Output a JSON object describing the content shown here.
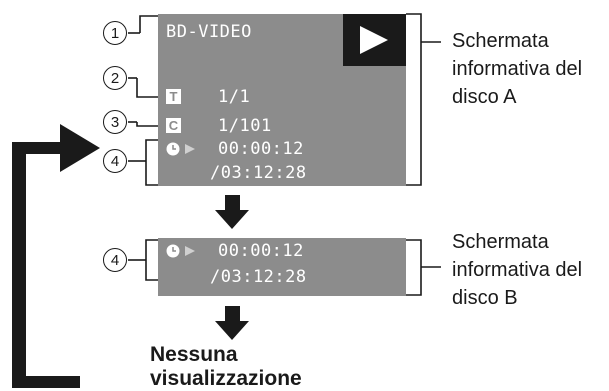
{
  "screen_a": {
    "format_label": "BD-VIDEO",
    "title_value": "1/1",
    "chapter_value": "1/101",
    "elapsed_time": "00:00:12",
    "total_time": "/03:12:28",
    "title_icon": "T",
    "chapter_icon": "C",
    "status_icon": "play-icon",
    "caption": [
      "Schermata",
      "informativa del",
      "disco A"
    ]
  },
  "screen_b": {
    "elapsed_time": "00:00:12",
    "total_time": "/03:12:28",
    "caption": [
      "Schermata",
      "informativa del",
      "disco B"
    ]
  },
  "markers": [
    "1",
    "2",
    "3",
    "4",
    "4"
  ],
  "end_state": [
    "Nessuna",
    "visualizzazione"
  ],
  "colors": {
    "panel": "#8c8c8c",
    "text": "#1a1a1a",
    "osd_text": "#ffffff",
    "play_box": "#1a1a1a"
  }
}
